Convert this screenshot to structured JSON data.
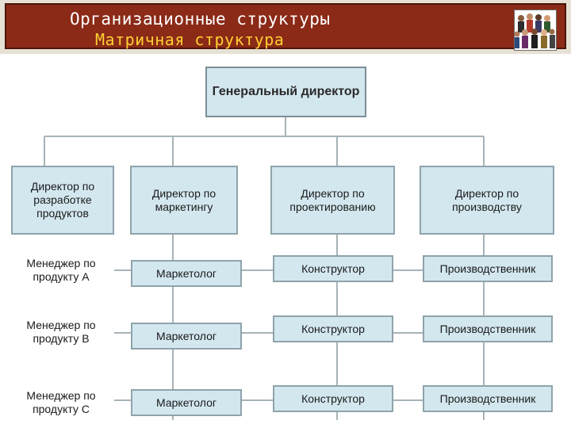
{
  "header": {
    "title": "Организационные структуры",
    "subtitle": "Матричная структура",
    "logo_icon": "people-crowd-icon"
  },
  "chart": {
    "ceo": "Генеральный директор",
    "directors": [
      "Директор по разработке продуктов",
      "Директор по маркетингу",
      "Директор по проектированию",
      "Директор по производству"
    ],
    "rows": [
      {
        "manager": "Менеджер по продукту A",
        "marketing": "Маркетолог",
        "design": "Конструктор",
        "production": "Производственник"
      },
      {
        "manager": "Менеджер по продукту B",
        "marketing": "Маркетолог",
        "design": "Конструктор",
        "production": "Производственник"
      },
      {
        "manager": "Менеджер по продукту C",
        "marketing": "Маркетолог",
        "design": "Конструктор",
        "production": "Производственник"
      }
    ]
  },
  "colors": {
    "header_bar": "#8b2a17",
    "title_text": "#ffffff",
    "subtitle_text": "#ffcf33",
    "box_fill": "#d3e7ef",
    "box_border": "#8fa3ab",
    "lines": "#a7b3b8"
  }
}
